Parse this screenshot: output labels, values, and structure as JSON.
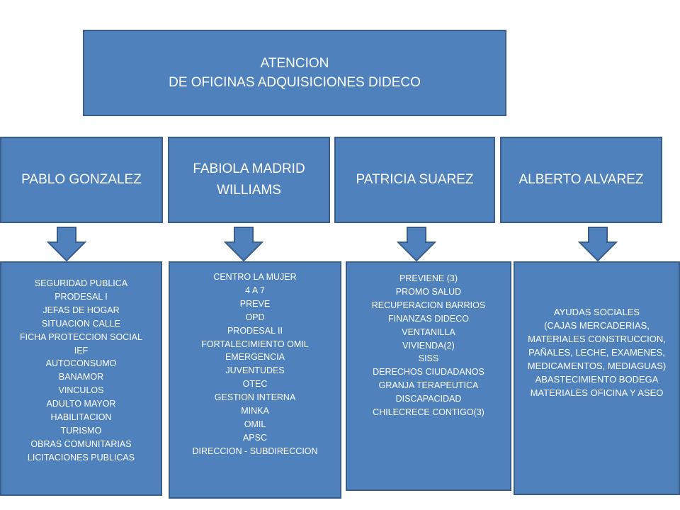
{
  "colors": {
    "box_fill": "#4f81bd",
    "box_border": "#385d8a",
    "text": "#ffffff",
    "background": "#ffffff"
  },
  "header": {
    "line1": "ATENCION",
    "line2": "DE OFICINAS ADQUISICIONES DIDECO"
  },
  "persons": [
    {
      "lines": [
        "PABLO GONZALEZ"
      ]
    },
    {
      "lines": [
        "FABIOLA MADRID",
        "WILLIAMS"
      ]
    },
    {
      "lines": [
        "PATRICIA SUAREZ"
      ]
    },
    {
      "lines": [
        "ALBERTO ALVAREZ"
      ]
    }
  ],
  "lists": [
    {
      "items": [
        "SEGURIDAD PUBLICA",
        "PRODESAL I",
        "JEFAS DE HOGAR",
        "SITUACION CALLE",
        "FICHA PROTECCION SOCIAL",
        "IEF",
        "AUTOCONSUMO",
        "BANAMOR",
        "VINCULOS",
        "ADULTO MAYOR",
        "HABILITACION",
        "TURISMO",
        "OBRAS COMUNITARIAS",
        "LICITACIONES PUBLICAS"
      ]
    },
    {
      "items": [
        "CENTRO LA MUJER",
        "4 A 7",
        "PREVE",
        "OPD",
        "PRODESAL II",
        "FORTALECIMIENTO OMIL",
        "EMERGENCIA",
        "JUVENTUDES",
        "OTEC",
        "GESTION INTERNA",
        "MINKA",
        "OMIL",
        "APSC",
        "DIRECCION - SUBDIRECCION"
      ]
    },
    {
      "items": [
        "PREVIENE (3)",
        "PROMO SALUD",
        "RECUPERACION BARRIOS",
        "FINANZAS DIDECO",
        "VENTANILLA",
        "VIVIENDA(2)",
        "SISS",
        "DERECHOS CIUDADANOS",
        "GRANJA TERAPEUTICA",
        "DISCAPACIDAD",
        "CHILECRECE CONTIGO(3)"
      ]
    },
    {
      "items": [
        "AYUDAS  SOCIALES",
        "(CAJAS MERCADERIAS,",
        "MATERIALES CONSTRUCCION,",
        "PAÑALES, LECHE, EXAMENES,",
        "MEDICAMENTOS, MEDIAGUAS)",
        "ABASTECIMIENTO BODEGA",
        "MATERIALES OFICINA Y ASEO"
      ]
    }
  ]
}
